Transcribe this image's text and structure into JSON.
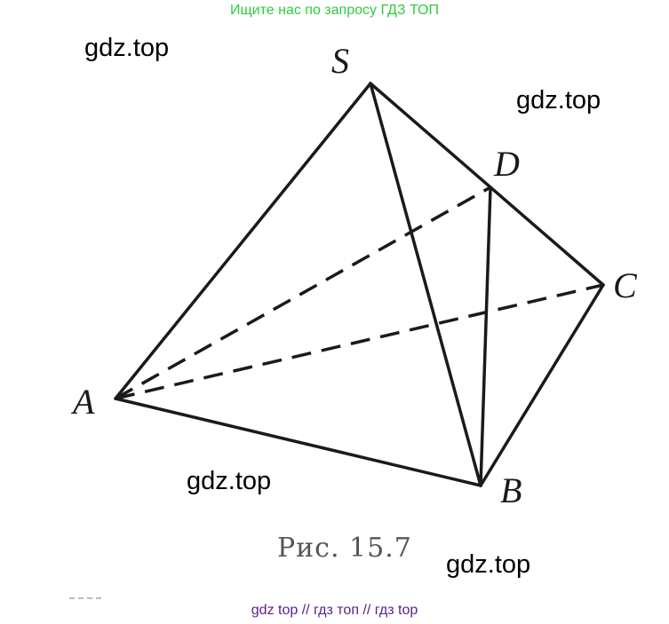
{
  "banner": "Ищите нас по запросу ГДЗ ТОП",
  "watermarks": [
    "gdz.top",
    "gdz.top",
    "gdz.top",
    "gdz.top"
  ],
  "figure": {
    "caption": "Рис. 15.7",
    "vertices": [
      "S",
      "D",
      "C",
      "A",
      "B"
    ]
  },
  "footer": "gdz top  //  гдз топ  //  гдз top"
}
